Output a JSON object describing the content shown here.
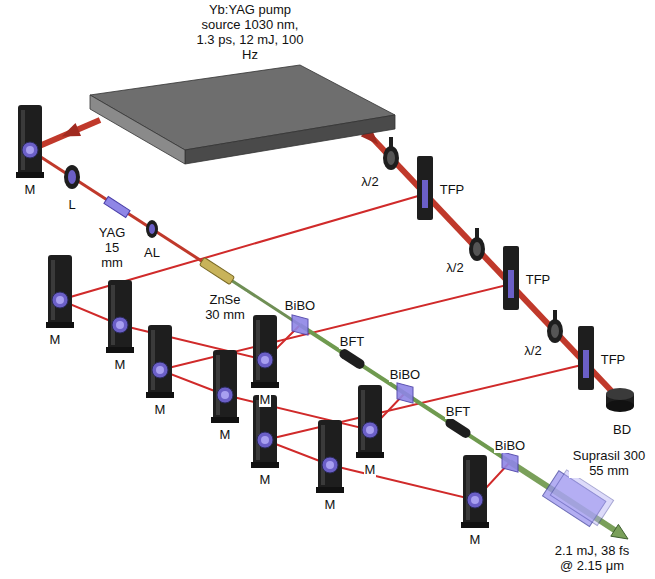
{
  "diagram": {
    "nodes": [
      {
        "text": [
          "Yb:YAG pump source 1030 nm, 1.3 ps, 12 mJ, 100 Hz"
        ]
      }
    ],
    "labels": [
      "M",
      "L",
      "YAG 15 mm",
      "AL",
      "ZnSe 30 mm",
      "λ/2",
      "TFP",
      "λ/2",
      "TFP",
      "λ/2",
      "TFP",
      "M",
      "M",
      "BiBO",
      "M",
      "BFT",
      "M",
      "M",
      "BiBO",
      "M",
      "BFT",
      "BD",
      "M",
      "M",
      "BiBO",
      "M",
      "Suprasil 300 55 mm",
      "2.1 mJ, 38 fs @ 2.15 μm"
    ]
  }
}
